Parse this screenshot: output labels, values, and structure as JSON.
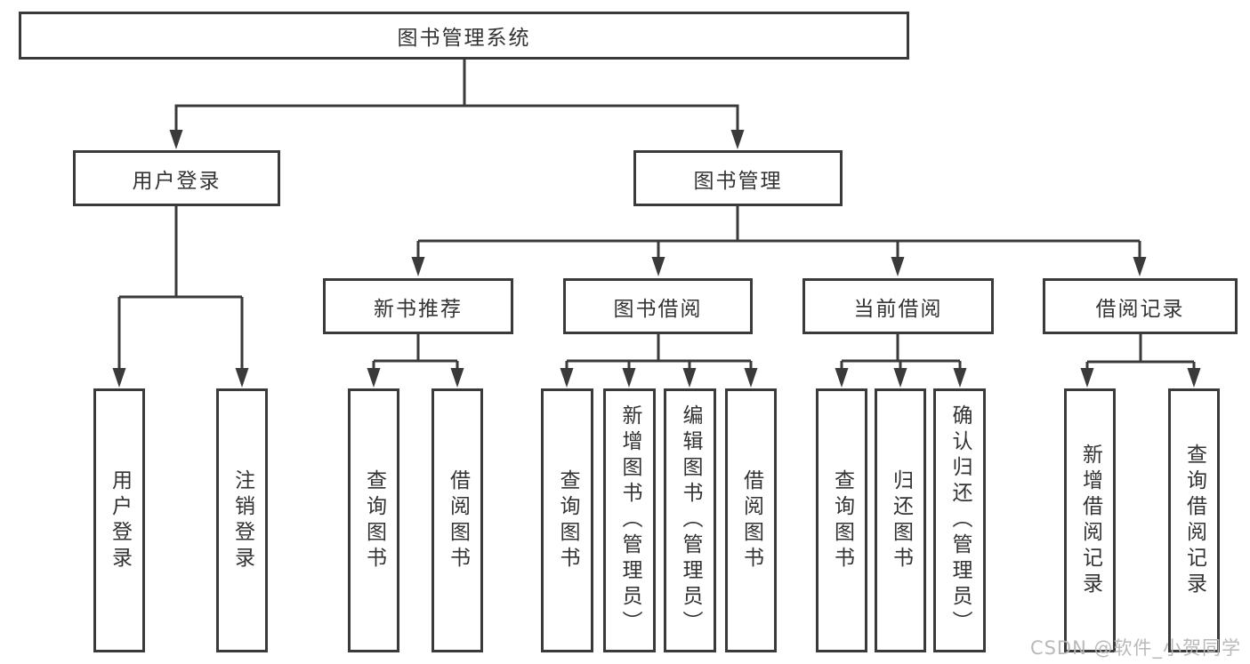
{
  "colors": {
    "line": "#3a3a3a",
    "text": "#333333",
    "watermark": "#b6b6b6",
    "background": "#ffffff"
  },
  "watermark": {
    "text": "CSDN @软件_小贺同学"
  },
  "tree": {
    "root": {
      "label": "图书管理系统"
    },
    "branches": [
      {
        "label": "用户登录",
        "children": [
          {
            "label": "用户登录"
          },
          {
            "label": "注销登录"
          }
        ]
      },
      {
        "label": "图书管理",
        "groups": [
          {
            "label": "新书推荐",
            "children": [
              {
                "label": "查询图书"
              },
              {
                "label": "借阅图书"
              }
            ]
          },
          {
            "label": "图书借阅",
            "children": [
              {
                "label": "查询图书"
              },
              {
                "label": "新增图书（管理员）"
              },
              {
                "label": "编辑图书（管理员）"
              },
              {
                "label": "借阅图书"
              }
            ]
          },
          {
            "label": "当前借阅",
            "children": [
              {
                "label": "查询图书"
              },
              {
                "label": "归还图书"
              },
              {
                "label": "确认归还（管理员）"
              }
            ]
          },
          {
            "label": "借阅记录",
            "children": [
              {
                "label": "新增借阅记录"
              },
              {
                "label": "查询借阅记录"
              }
            ]
          }
        ]
      }
    ]
  }
}
